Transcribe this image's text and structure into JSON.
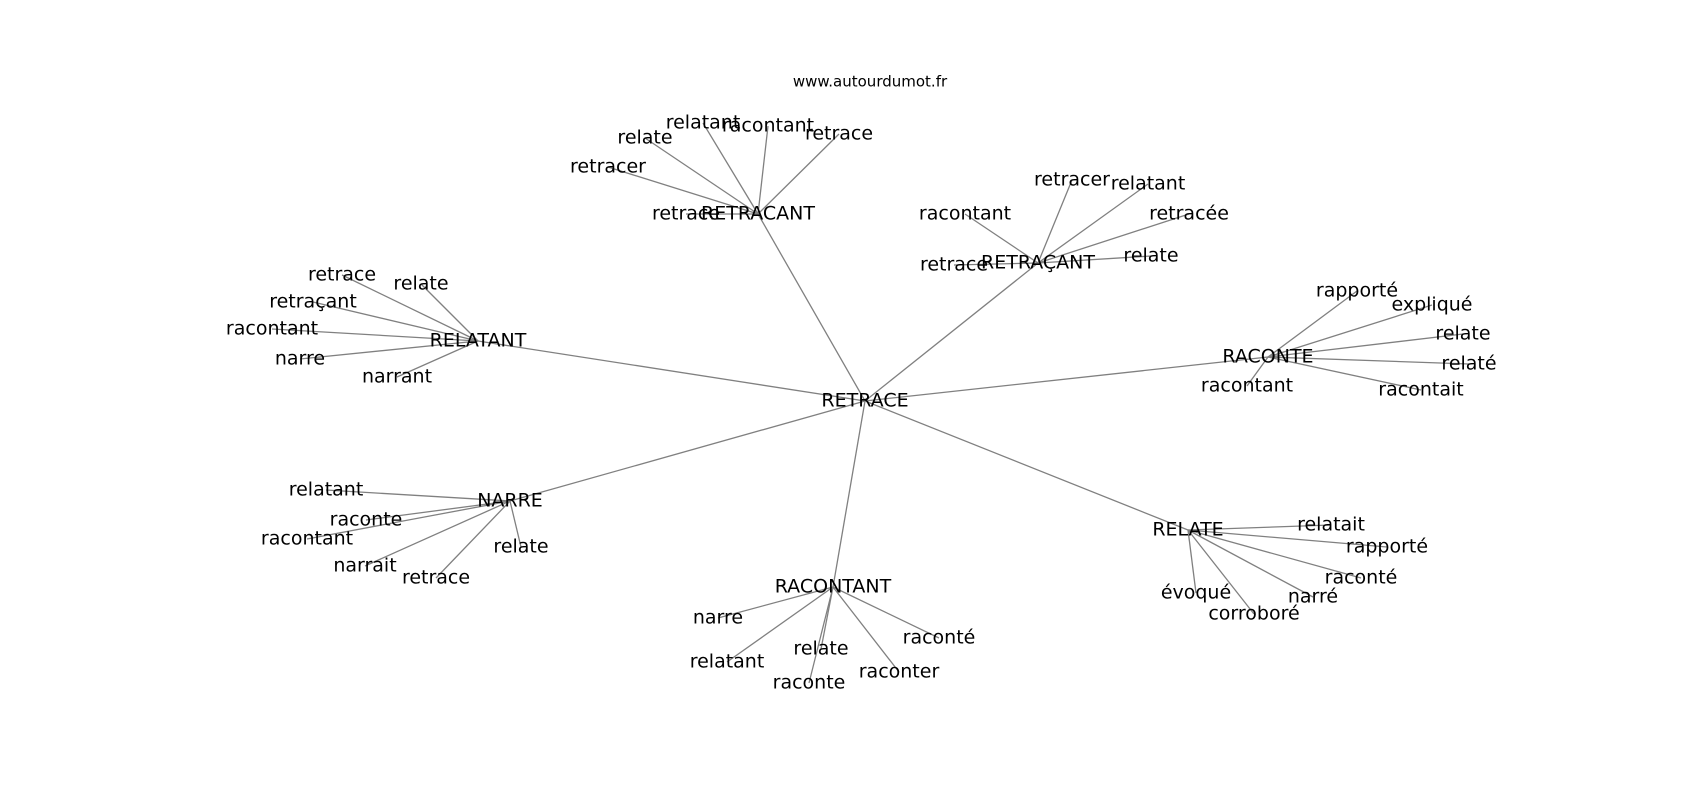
{
  "source": "www.autourdumot.fr",
  "center": "RETRACE",
  "hubs": [
    {
      "id": "retracant",
      "label": "RETRACANT",
      "leaves": [
        "relatant",
        "racontant",
        "retrace",
        "relate",
        "retracer",
        "retrace"
      ]
    },
    {
      "id": "retracant-cedille",
      "label": "RETRAÇANT",
      "leaves": [
        "retracer",
        "relatant",
        "racontant",
        "retracée",
        "retrace",
        "relate"
      ]
    },
    {
      "id": "relatant",
      "label": "RELATANT",
      "leaves": [
        "retrace",
        "relate",
        "retraçant",
        "racontant",
        "narre",
        "narrant"
      ]
    },
    {
      "id": "raconte",
      "label": "RACONTE",
      "leaves": [
        "rapporté",
        "expliqué",
        "relate",
        "relaté",
        "racontant",
        "racontait"
      ]
    },
    {
      "id": "narre",
      "label": "NARRE",
      "leaves": [
        "relatant",
        "raconte",
        "racontant",
        "narrait",
        "retrace",
        "relate"
      ]
    },
    {
      "id": "racontant",
      "label": "RACONTANT",
      "leaves": [
        "narre",
        "relatant",
        "relate",
        "raconte",
        "raconter",
        "raconté"
      ]
    },
    {
      "id": "relate",
      "label": "RELATE",
      "leaves": [
        "relatait",
        "rapporté",
        "raconté",
        "narré",
        "évoqué",
        "corroboré"
      ]
    }
  ]
}
